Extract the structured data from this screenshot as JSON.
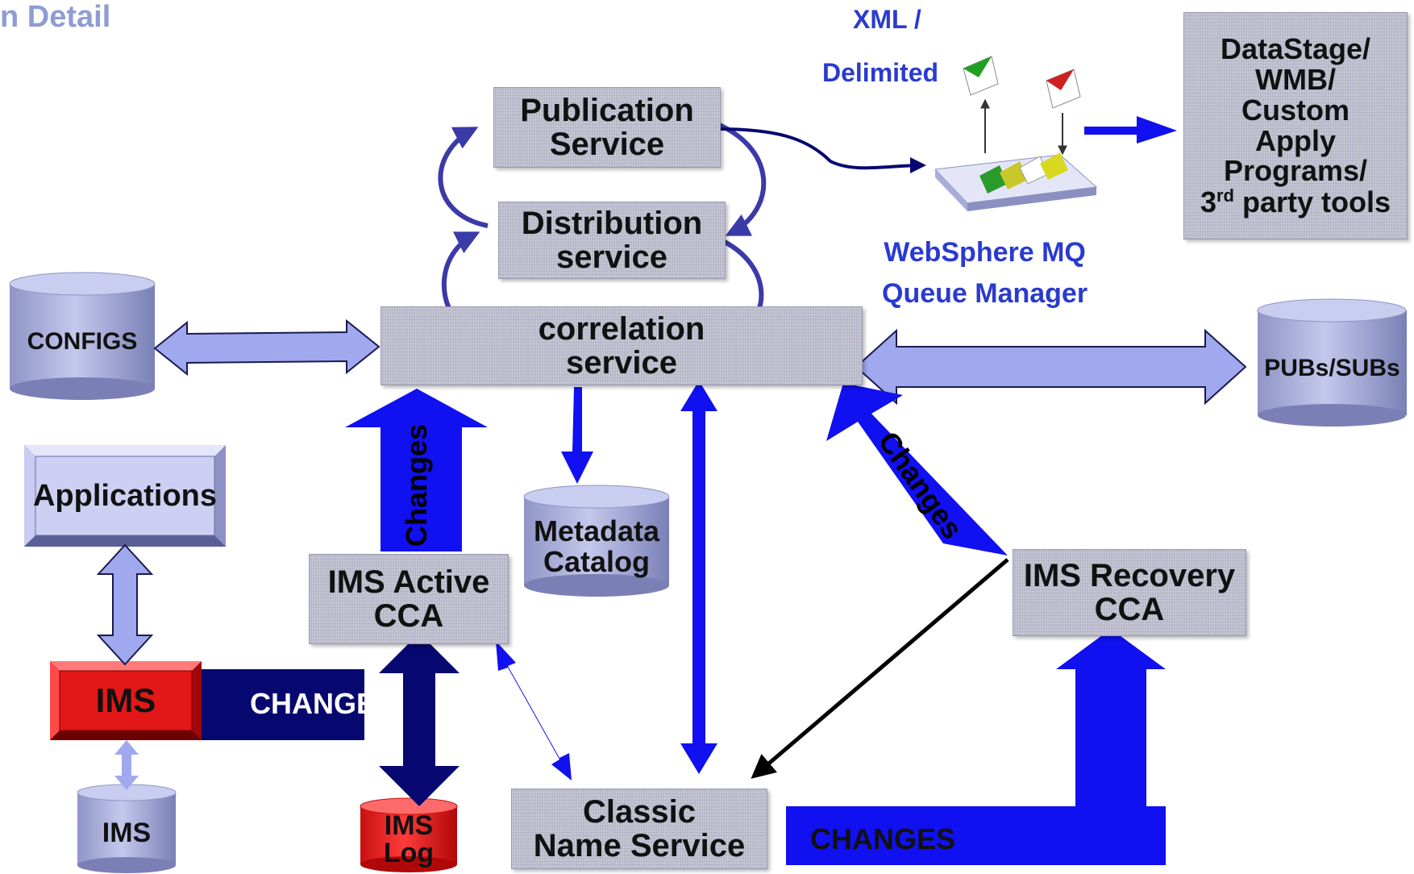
{
  "title": "n Detail",
  "nodes": {
    "publication": [
      "Publication",
      "Service"
    ],
    "distribution": [
      "Distribution",
      "service"
    ],
    "correlation": [
      "correlation",
      "service"
    ],
    "ims_active": [
      "IMS Active",
      "CCA"
    ],
    "ims_recovery": [
      "IMS Recovery",
      "CCA"
    ],
    "classic_name": [
      "Classic",
      "Name Service"
    ],
    "datastage": [
      "DataStage/",
      "WMB/",
      "Custom",
      "Apply",
      "Programs/",
      "3",
      "rd",
      " party tools"
    ]
  },
  "databases": {
    "configs": "CONFIGS",
    "pubs_subs": "PUBs/SUBs",
    "metadata": [
      "Metadata",
      "Catalog"
    ],
    "ims_db": "IMS",
    "ims_log": [
      "IMS",
      "Log"
    ]
  },
  "apps": {
    "applications": "Applications",
    "ims": "IMS"
  },
  "labels": {
    "xml": "XML /",
    "delimited": "Delimited",
    "websphere": [
      "WebSphere MQ",
      "Queue Manager"
    ]
  },
  "arrows": {
    "changes_up": "Changes",
    "changes_diag": "Changes",
    "changes_ims": "CHANGES",
    "changes_bottom": "CHANGES"
  },
  "colors": {
    "bright_blue": "#1010f0",
    "navy": "#070770",
    "light_arrow": "#a0a8ee",
    "ims_red": "#e21818",
    "label_blue": "#2a3ad0"
  }
}
